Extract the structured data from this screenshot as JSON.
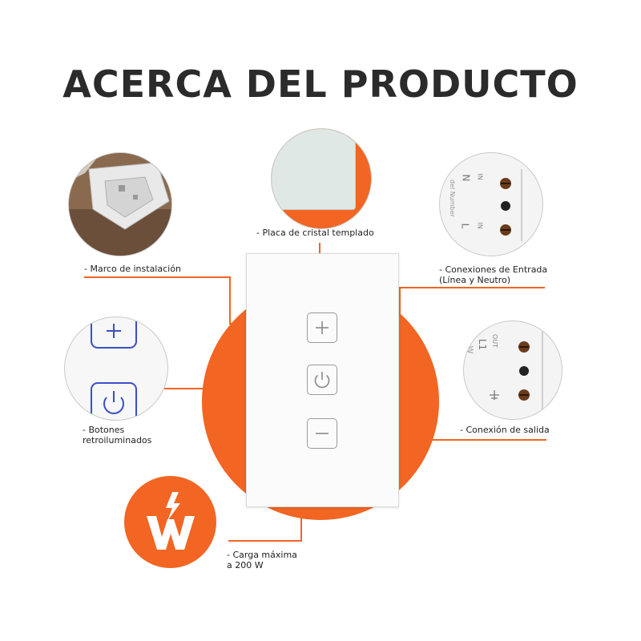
{
  "title": "ACERCA DEL PRODUCTO",
  "accent_color": "#f26522",
  "labels": {
    "placa": "- Placa de cristal templado",
    "marco": "- Marco de instalación",
    "conexiones_line1": "- Conexiones de Entrada",
    "conexiones_line2": "(Línea y Neutro)",
    "botones_line1": "- Botones",
    "botones_line2": "retroiluminados",
    "salida": "- Conexión de salida",
    "carga_line1": "- Carga máxima",
    "carga_line2": "a 200 W"
  },
  "terminal_text": {
    "input_top": "N",
    "input_top_sub": "IN",
    "input_bottom": "L",
    "input_bottom_sub": "IN",
    "input_side": "del Number",
    "output_top": "L1",
    "output_top_sub": "OUT",
    "output_side": "W"
  },
  "icons": {
    "plus": "plus-icon",
    "power": "power-icon",
    "minus": "minus-icon",
    "watt": "watt-bolt-icon",
    "ground": "ground-icon"
  }
}
